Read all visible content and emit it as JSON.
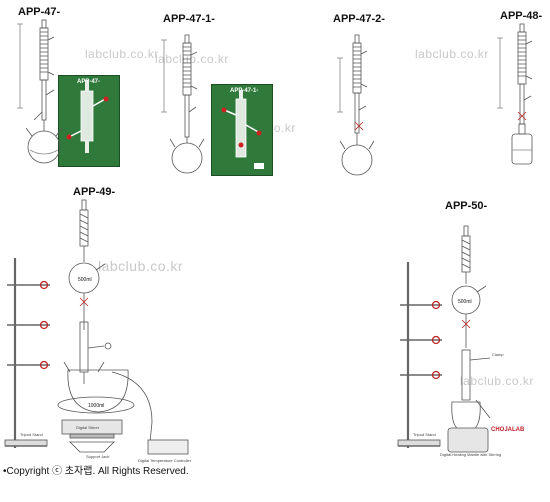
{
  "titles": {
    "app47": "APP-47-",
    "app47_1": "APP-47-1-",
    "app47_2": "APP-47-2-",
    "app48": "APP-48-",
    "app49": "APP-49-",
    "app50": "APP-50-"
  },
  "watermark": "labclub.co.kr",
  "photo_labels": {
    "p1": "APP-47-",
    "p2": "APP-47-1-"
  },
  "annotations": {
    "flask_500": "500ml",
    "flask_1000": "1000ml",
    "digital_stirrer": "Digital Stirrer",
    "support_jack": "Support Jack",
    "temp_controller": "Digital Temperature Controller",
    "tripod_stand": "Tripod Stand",
    "heating_mantle": "Digital Heating Mantle with Stirring",
    "clamp": "Clamp"
  },
  "brand": "CHOJALAB",
  "footer": "•Copyright ⓒ 초자랩.   All Rights Reserved."
}
